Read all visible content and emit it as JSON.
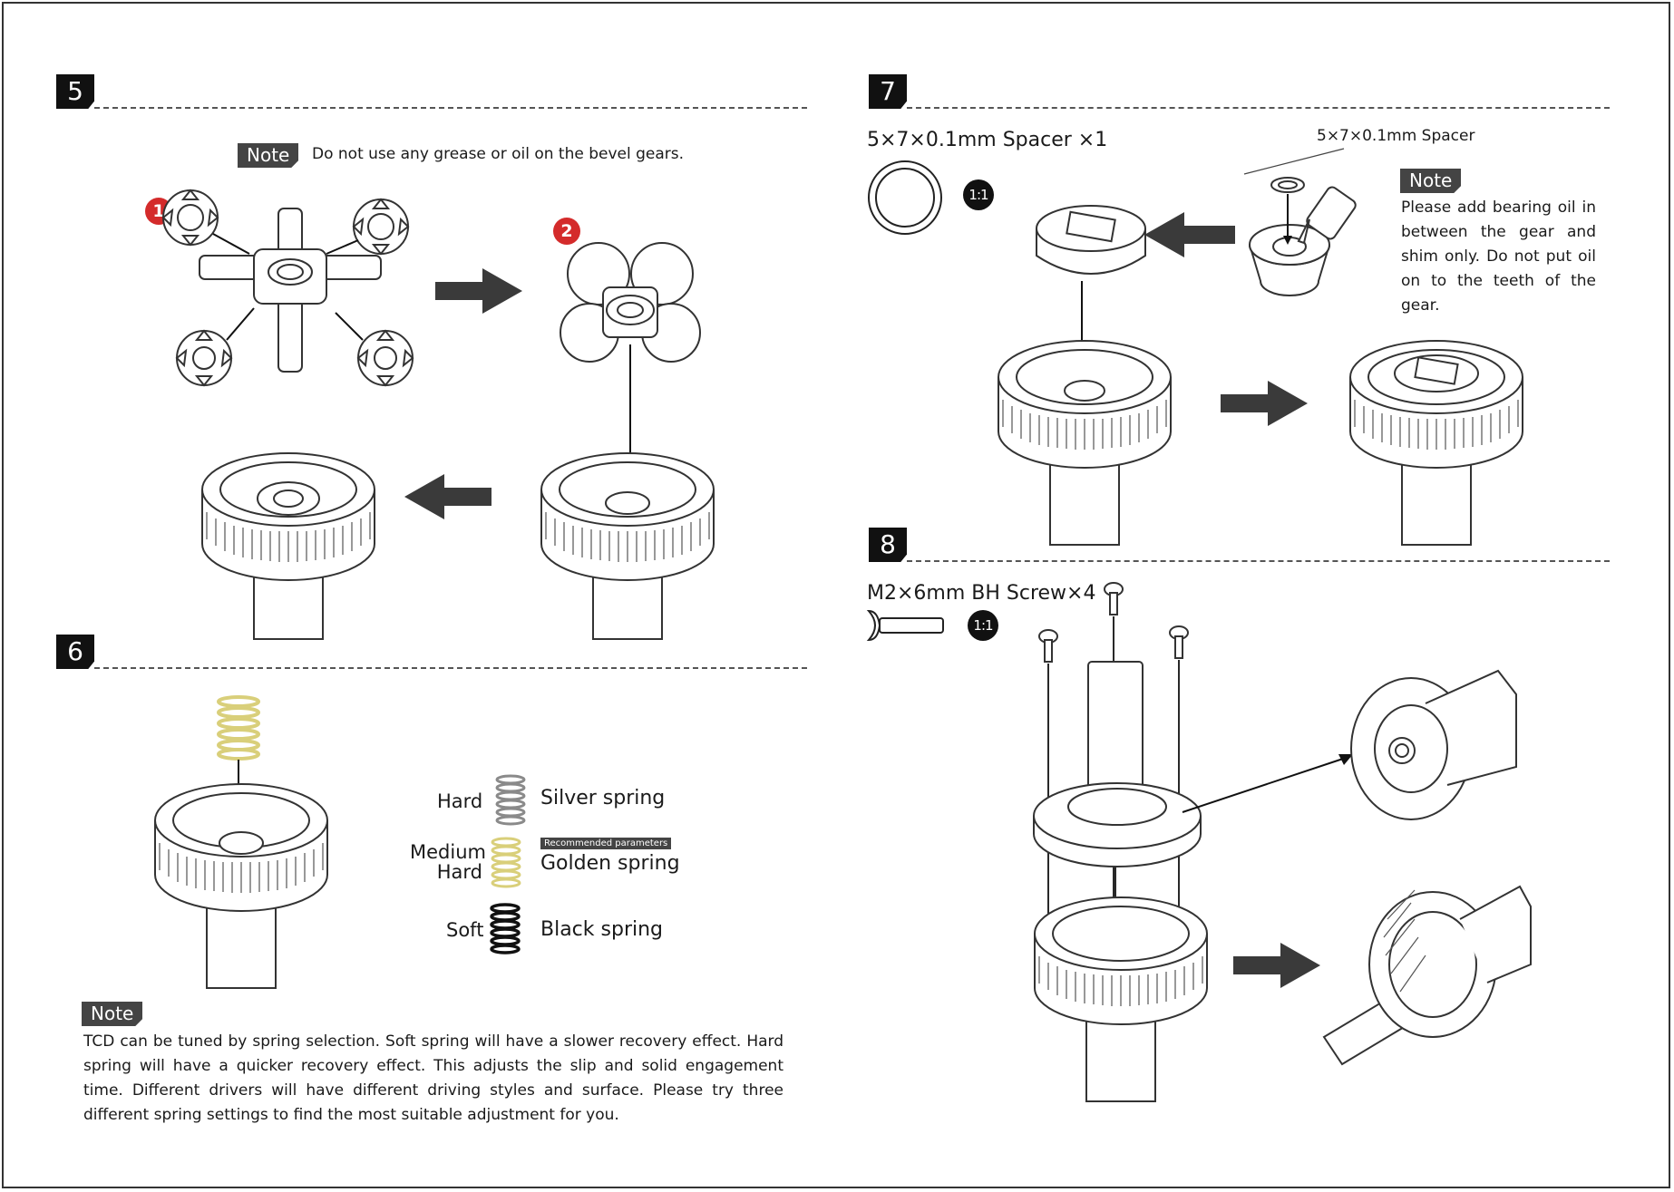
{
  "steps": {
    "s5": {
      "number": "5"
    },
    "s6": {
      "number": "6"
    },
    "s7": {
      "number": "7"
    },
    "s8": {
      "number": "8"
    }
  },
  "step5": {
    "note_label": "Note",
    "note_text": "Do not use any grease or oil on the bevel gears.",
    "callout_1": "1",
    "callout_2": "2"
  },
  "step6": {
    "springs": [
      {
        "hardness": "Hard",
        "name": "Silver spring",
        "color": "#8a8a8a"
      },
      {
        "hardness": "Medium Hard",
        "name": "Golden spring",
        "color": "#d9cf7a",
        "tag": "Recommended parameters"
      },
      {
        "hardness": "Soft",
        "name": "Black spring",
        "color": "#111111"
      }
    ],
    "medium_line1": "Medium",
    "medium_line2": "Hard",
    "note_label": "Note",
    "note_text": "TCD can be tuned by spring selection. Soft spring will have a slower recovery effect.  Hard spring will have a quicker recovery effect. This adjusts the slip and solid engagement time. Different drivers will have different driving styles and surface.  Please try three different spring settings to find the most suitable adjustment for you."
  },
  "step7": {
    "part_label": "5×7×0.1mm Spacer ×1",
    "scale_badge": "1:1",
    "callout_label": "5×7×0.1mm Spacer",
    "note_label": "Note",
    "note_text": "Please add bearing oil in between the gear and shim only. Do not put oil on to the teeth of the gear."
  },
  "step8": {
    "part_label": "M2×6mm BH Screw×4",
    "scale_badge": "1:1"
  },
  "colors": {
    "badge": "#111111",
    "note_tag": "#444444",
    "callout_red": "#d42b2b",
    "arrow": "#3a3a3a",
    "gold_spring": "#d9cf7a"
  }
}
